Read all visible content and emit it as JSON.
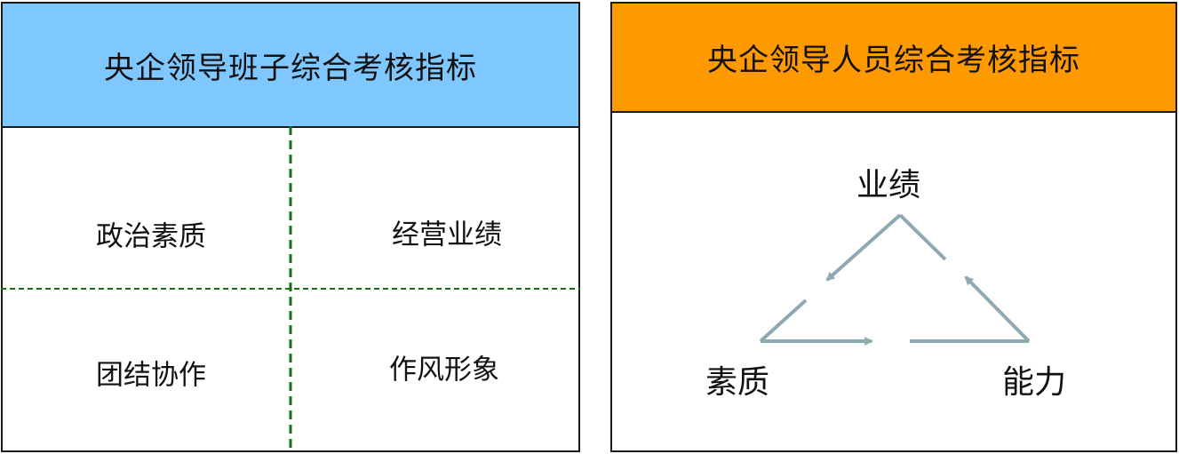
{
  "left_panel": {
    "title": "央企领导班子综合考核指标",
    "header_color": "#7fc8ff",
    "divider_color": "#1a6e1a",
    "cells": [
      {
        "label": "政治素质"
      },
      {
        "label": "经营业绩"
      },
      {
        "label": "团结协作"
      },
      {
        "label": "作风形象"
      }
    ]
  },
  "right_panel": {
    "title": "央企领导人员综合考核指标",
    "header_color": "#ff9900",
    "arrow_color": "#8ea8b4",
    "vertices": {
      "top": "业绩",
      "bottom_left": "素质",
      "bottom_right": "能力"
    }
  }
}
